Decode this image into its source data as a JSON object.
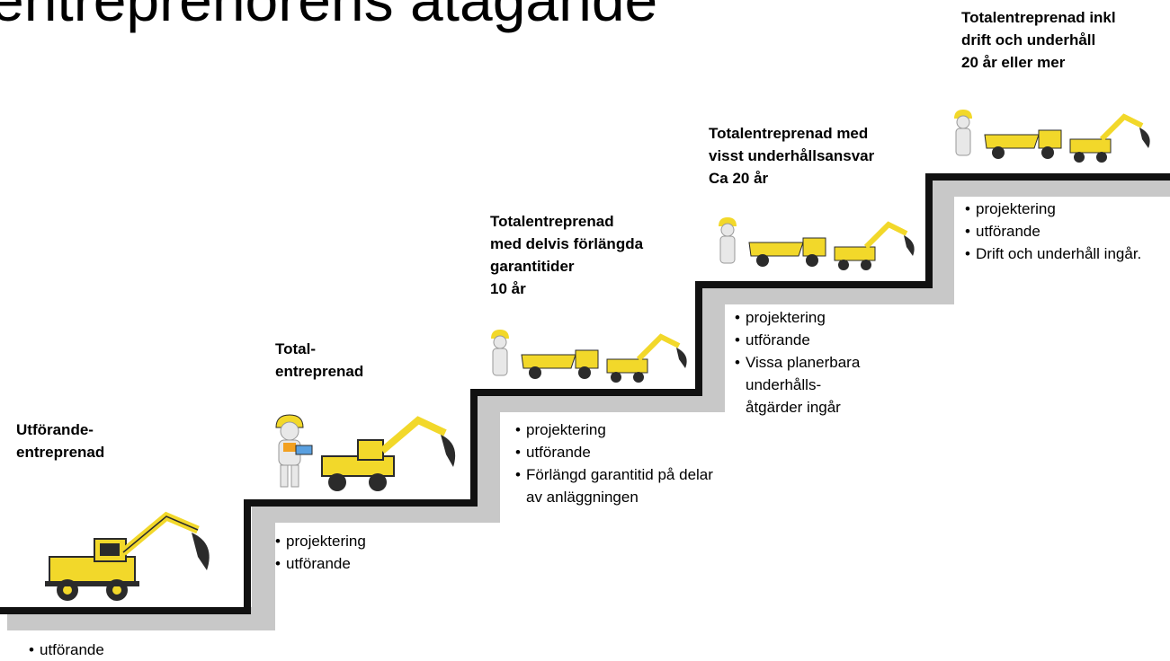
{
  "title": "entreprenörens åtagande",
  "colors": {
    "stair": "#111111",
    "machine": "#f2d82a",
    "dark": "#2b2b2b"
  },
  "levels": [
    {
      "title": "Utförande-\nentreprenad",
      "bullets": [
        "utförande"
      ],
      "icons": [
        "excavator-icon"
      ]
    },
    {
      "title": "Total-\nentreprenad",
      "bullets": [
        "projektering",
        "utförande"
      ],
      "icons": [
        "worker-icon",
        "excavator-icon"
      ]
    },
    {
      "title": "Totalentreprenad\nmed delvis förlängda\ngarantitider\n10 år",
      "bullets": [
        "projektering",
        "utförande",
        "Förlängd garantitid på delar av anläggningen"
      ],
      "icons": [
        "worker-icon",
        "dump-truck-icon",
        "excavator-icon"
      ]
    },
    {
      "title": "Totalentreprenad med\nvisst underhållsansvar\nCa 20 år",
      "bullets": [
        "projektering",
        "utförande",
        "Vissa planerbara underhålls-åtgärder ingår"
      ],
      "icons": [
        "worker-icon",
        "dump-truck-icon",
        "excavator-icon"
      ]
    },
    {
      "title": "Totalentreprenad inkl\ndrift och underhåll\n20 år eller mer",
      "bullets": [
        "projektering",
        "utförande",
        "Drift och underhåll ingår."
      ],
      "icons": [
        "worker-icon",
        "dump-truck-icon",
        "excavator-icon"
      ]
    }
  ]
}
